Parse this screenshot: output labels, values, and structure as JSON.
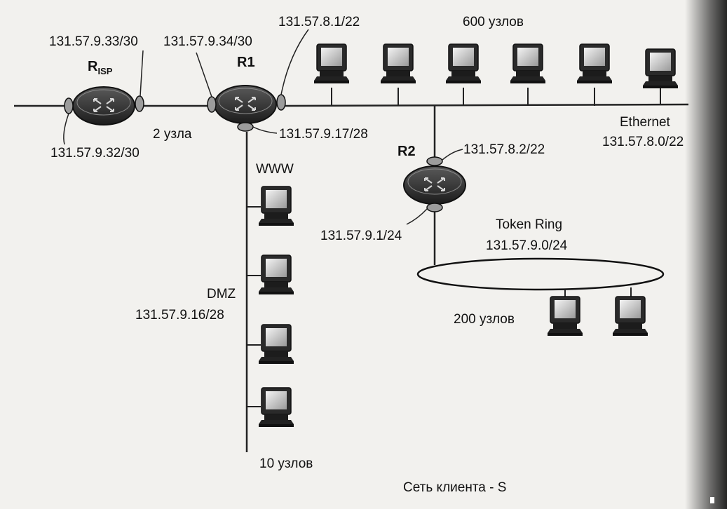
{
  "routers": {
    "risp": {
      "name": "R",
      "sub": "ISP"
    },
    "r1": {
      "name": "R1"
    },
    "r2": {
      "name": "R2"
    }
  },
  "interfaces": {
    "risp_left": "131.57.9.32/30",
    "risp_right": "131.57.9.33/30",
    "r1_left": "131.57.9.34/30",
    "r1_right": "131.57.8.1/22",
    "r1_bottom": "131.57.9.17/28",
    "r2_top": "131.57.8.2/22",
    "r2_bottom": "131.57.9.1/24"
  },
  "links": {
    "isp_r1": "2 узла"
  },
  "networks": {
    "ethernet": {
      "name": "Ethernet",
      "subnet": "131.57.8.0/22",
      "hosts": "600 узлов"
    },
    "token_ring": {
      "name": "Token Ring",
      "subnet": "131.57.9.0/24",
      "hosts": "200 узлов"
    },
    "dmz": {
      "name": "DMZ",
      "subnet": "131.57.9.16/28",
      "hosts": "10 узлов",
      "server_label": "WWW"
    }
  },
  "caption": "Сеть клиента - S"
}
